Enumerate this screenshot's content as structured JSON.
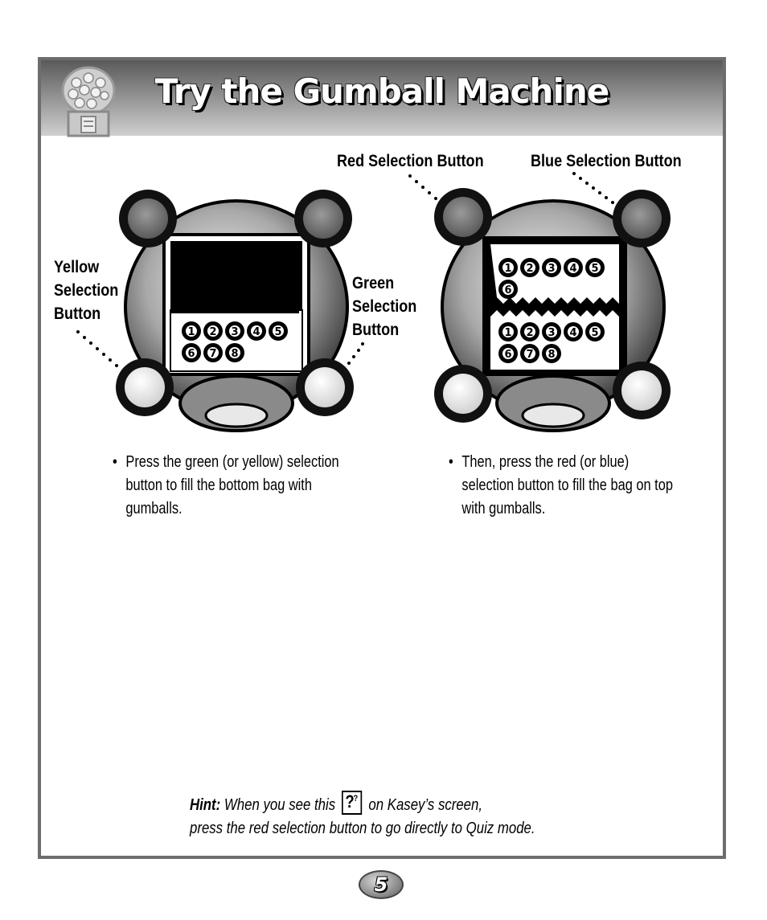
{
  "header": {
    "title": "Try the Gumball Machine"
  },
  "labels": {
    "red": "Red Selection Button",
    "blue": "Blue Selection Button",
    "yellow": "Yellow\nSelection\nButton",
    "green": "Green\nSelection\nButton"
  },
  "left_device": {
    "numbers_row1": [
      "1",
      "2",
      "3",
      "4",
      "5"
    ],
    "numbers_row2": [
      "6",
      "7",
      "8"
    ]
  },
  "right_device": {
    "top_row1": [
      "1",
      "2",
      "3",
      "4",
      "5"
    ],
    "top_row2": [
      "6"
    ],
    "bottom_row1": [
      "1",
      "2",
      "3",
      "4",
      "5"
    ],
    "bottom_row2": [
      "6",
      "7",
      "8"
    ]
  },
  "instructions": {
    "left_bullet": "•",
    "left": "Press the green (or yellow) selection button to fill the bottom bag with gumballs.",
    "right_bullet": "•",
    "right": "Then, press the red (or blue) selection button to fill the bag on top with gumballs."
  },
  "hint": {
    "label": "Hint:",
    "text_before": "When you see this",
    "text_after": "on Kasey’s screen,",
    "line2": "press the red selection button to go directly to Quiz mode.",
    "icon_glyph": "?",
    "icon_small": "?"
  },
  "page_number": "5"
}
